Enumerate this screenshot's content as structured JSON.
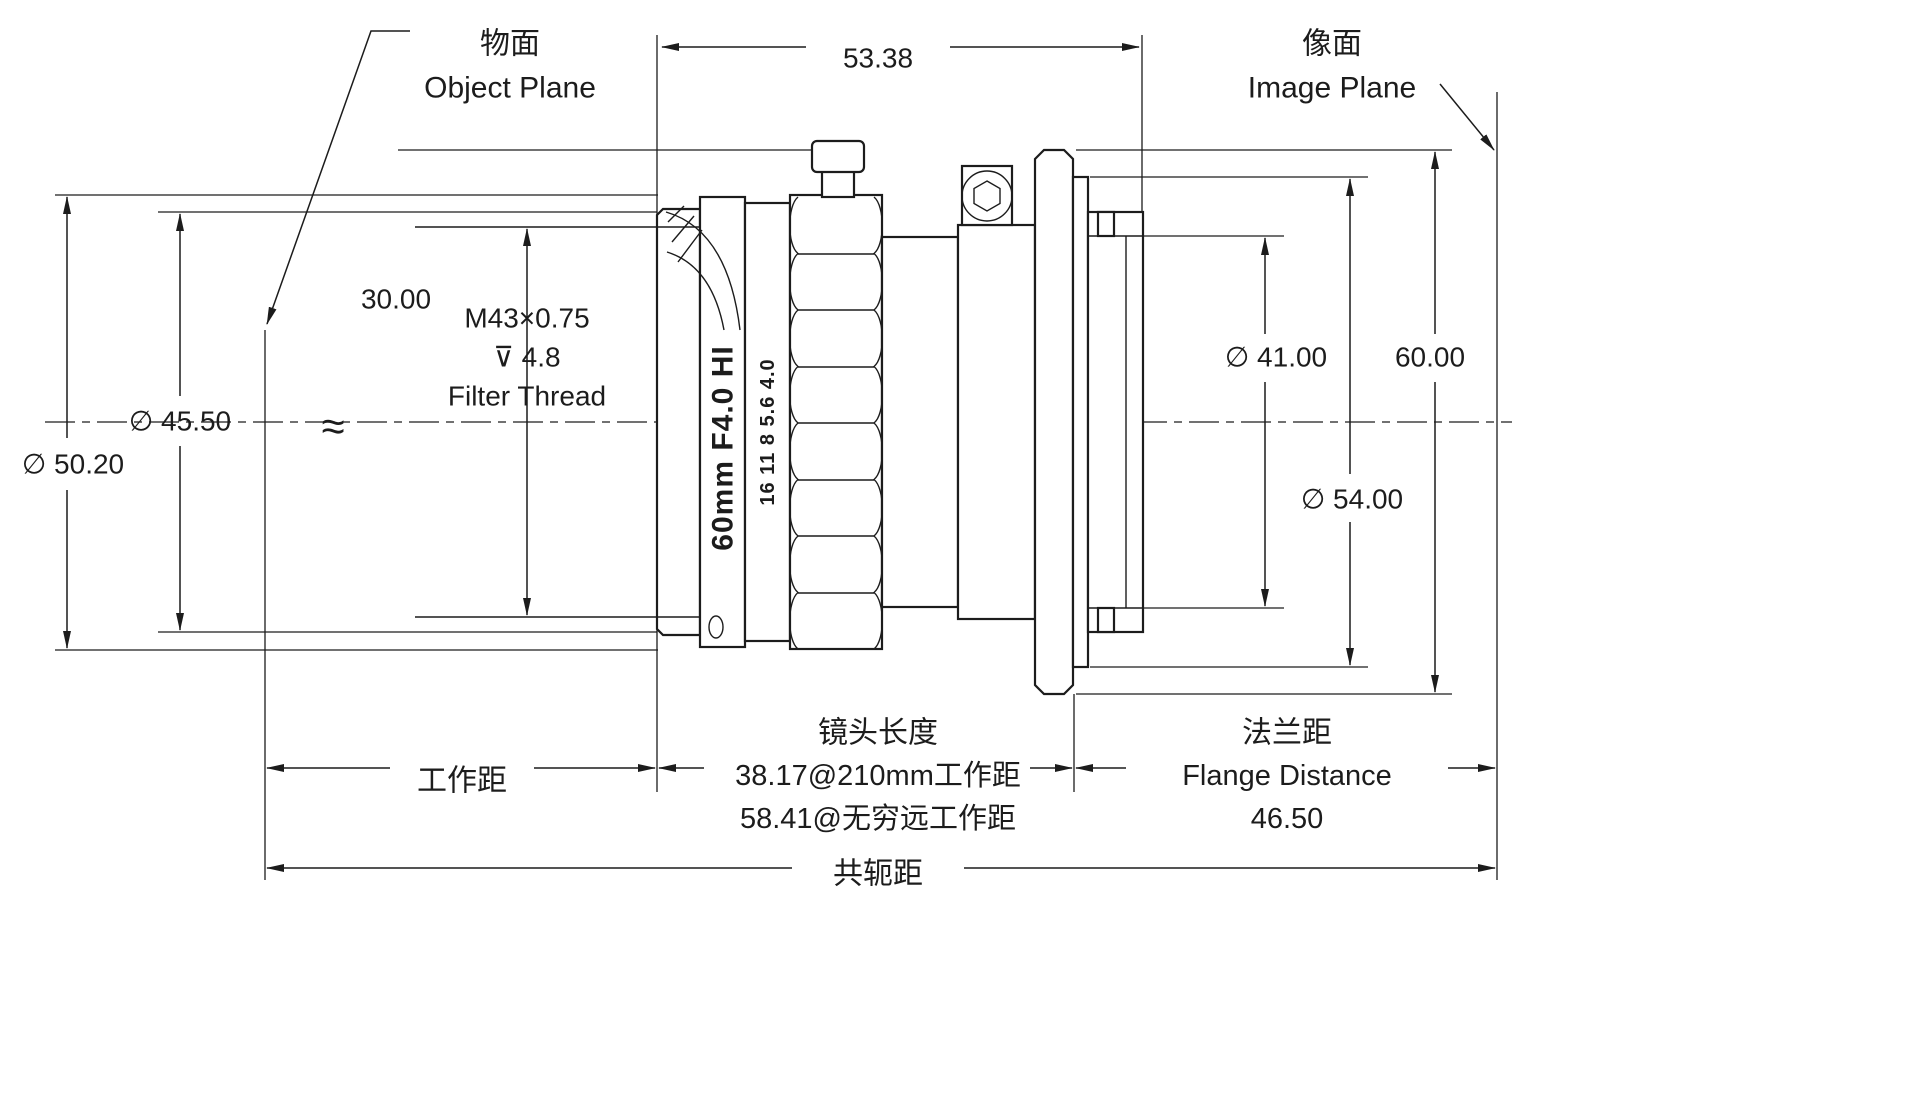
{
  "labels": {
    "object_plane_cn": "物面",
    "object_plane_en": "Object Plane",
    "image_plane_cn": "像面",
    "image_plane_en": "Image Plane",
    "dim_53_38": "53.38",
    "dim_30_00": "30.00",
    "thread_spec": "M43×0.75",
    "thread_depth": "⊽ 4.8",
    "thread_label": "Filter Thread",
    "dia_45_50": "∅ 45.50",
    "dia_50_20": "∅ 50.20",
    "approx": "≈",
    "barrel_model": "60mm F4.0 HI",
    "aperture_scale": "16 11 8 5.6 4.0",
    "dia_41_00": "∅ 41.00",
    "dia_54_00": "∅ 54.00",
    "dim_60_00": "60.00",
    "working_distance": "工作距",
    "lens_length_title": "镜头长度",
    "lens_length_line1": "38.17@210mm工作距",
    "lens_length_line2": "58.41@无穷远工作距",
    "flange_cn": "法兰距",
    "flange_en": "Flange Distance",
    "flange_value": "46.50",
    "conjugate": "共轭距"
  },
  "colors": {
    "line": "#1c1c1c",
    "background": "#ffffff",
    "knob": "#101010"
  }
}
